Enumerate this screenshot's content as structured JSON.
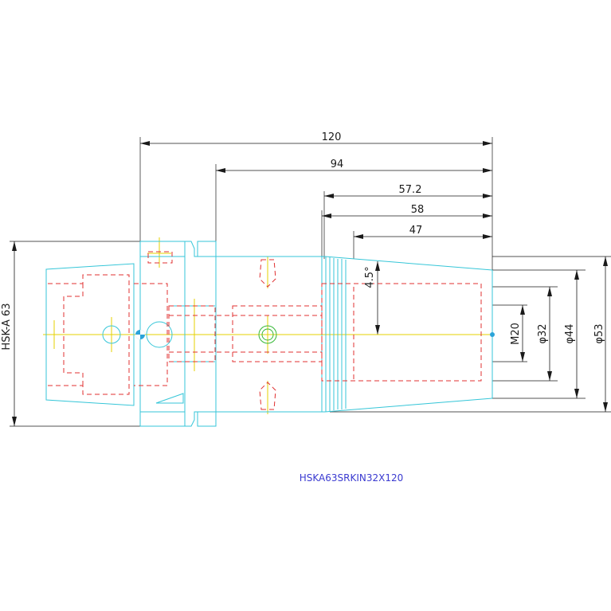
{
  "drawing": {
    "part_label": "HSKA63SRKIN32X120",
    "horizontal_dims": [
      "120",
      "94",
      "57.2",
      "58",
      "47"
    ],
    "vertical_dims": {
      "shank": "HSK-A 63",
      "m20": "M20",
      "d32": "φ32",
      "d44": "φ44",
      "d53": "φ53"
    },
    "angle": "4.5°"
  },
  "colors": {
    "outline": "#36c6d8",
    "hidden": "#e03030",
    "centerline": "#e6d200",
    "dimension": "#1a1a1a",
    "label": "#3a3ad0"
  }
}
